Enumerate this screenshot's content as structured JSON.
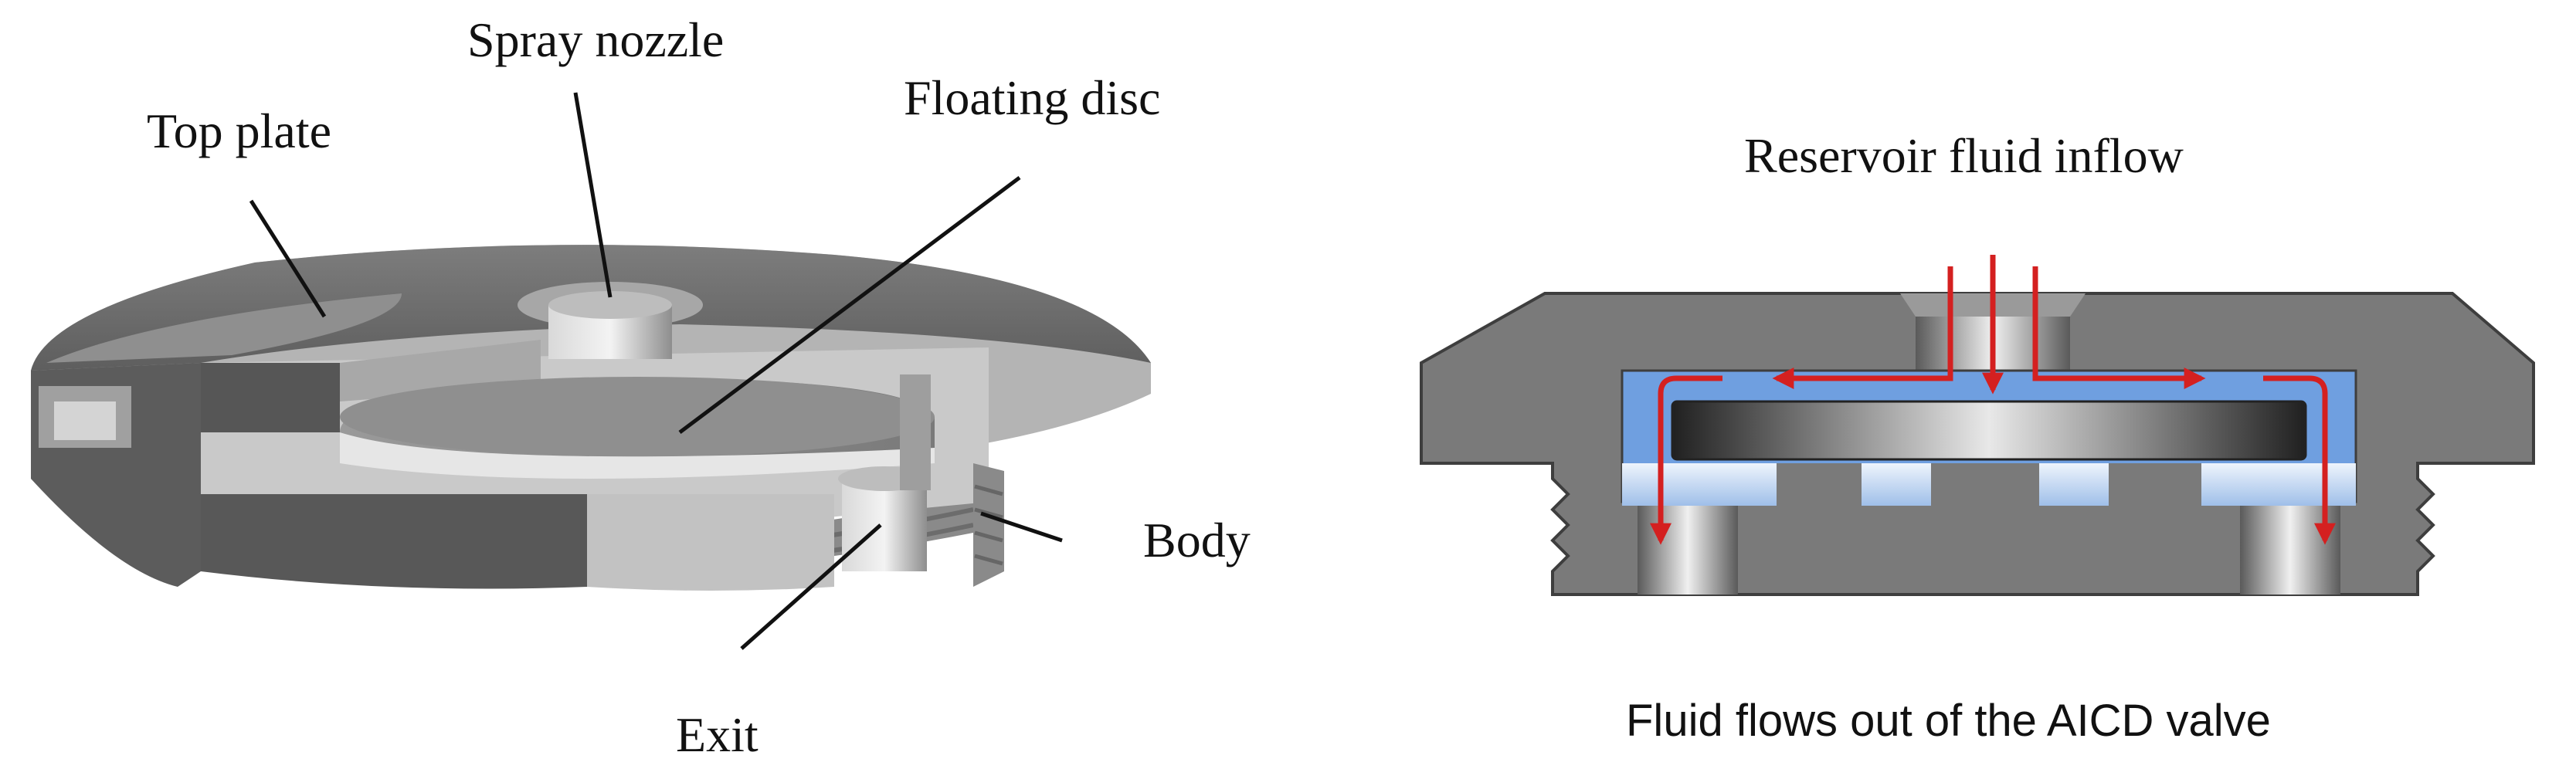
{
  "left_diagram": {
    "labels": {
      "top_plate": "Top plate",
      "spray_nozzle": "Spray nozzle",
      "floating_disc": "Floating disc",
      "body": "Body",
      "exit": "Exit"
    }
  },
  "right_diagram": {
    "labels": {
      "inflow": "Reservoir fluid inflow",
      "outflow": "Fluid flows out of the AICD valve"
    },
    "colors": {
      "flow_arrow": "#d42020",
      "fluid": "#6f9fe0",
      "housing": "#7a7a7a"
    }
  }
}
